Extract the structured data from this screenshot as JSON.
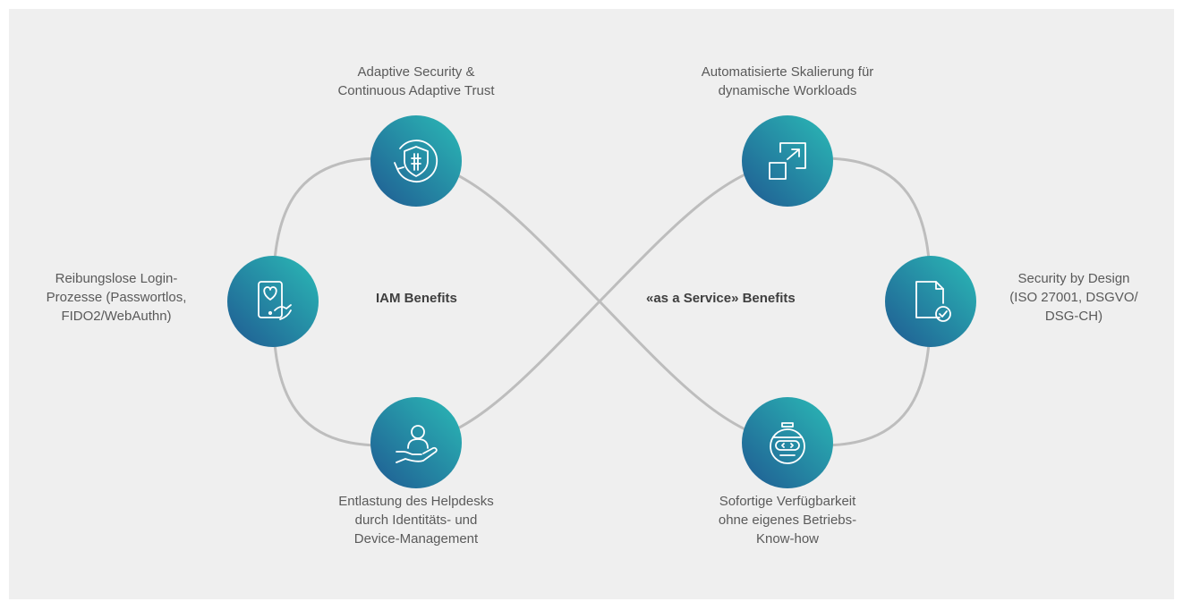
{
  "colors": {
    "background": "#efefef",
    "loop_stroke": "#bdbdbd",
    "circle_gradient_start": "#1f5a92",
    "circle_gradient_end": "#2bbab6",
    "icon_stroke": "#ffffff"
  },
  "left_loop": {
    "title": "IAM Benefits",
    "nodes": [
      {
        "label": "Adaptive Security &\nContinuous Adaptive Trust",
        "icon": "shield-refresh-icon"
      },
      {
        "label": "Reibungslose Login-\nProzesse (Passwortlos,\nFIDO2/WebAuthn)",
        "icon": "tablet-heart-icon"
      },
      {
        "label": "Entlastung des Helpdesks\ndurch Identitäts- und\nDevice-Management",
        "icon": "hand-person-icon"
      }
    ]
  },
  "right_loop": {
    "title": "«as a Service» Benefits",
    "nodes": [
      {
        "label": "Automatisierte Skalierung für\ndynamische Workloads",
        "icon": "scale-arrow-icon"
      },
      {
        "label": "Security by Design\n(ISO 27001, DSGVO/\nDSG-CH)",
        "icon": "document-check-icon"
      },
      {
        "label": "Sofortige Verfügbarkeit\nohne eigenes Betriebs-\nKnow-how",
        "icon": "robot-head-icon"
      }
    ]
  }
}
